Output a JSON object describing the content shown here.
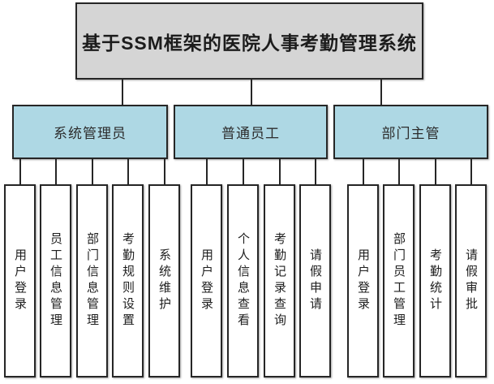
{
  "root": {
    "title": "基于SSM框架的医院人事考勤管理系统"
  },
  "branches": [
    {
      "label": "系统管理员",
      "items": [
        "用户登录",
        "员工信息管理",
        "部门信息管理",
        "考勤规则设置",
        "系统维护"
      ]
    },
    {
      "label": "普通员工",
      "items": [
        "用户登录",
        "个人信息查看",
        "考勤记录查询",
        "请假申请"
      ]
    },
    {
      "label": "部门主管",
      "items": [
        "用户登录",
        "部门员工管理",
        "考勤统计",
        "请假审批"
      ]
    }
  ],
  "colors": {
    "root_fill": "#d5d5d5",
    "role_fill": "#aed8e4",
    "leaf_fill": "#ffffff",
    "line": "#262626",
    "text": "#1c1c1c"
  }
}
